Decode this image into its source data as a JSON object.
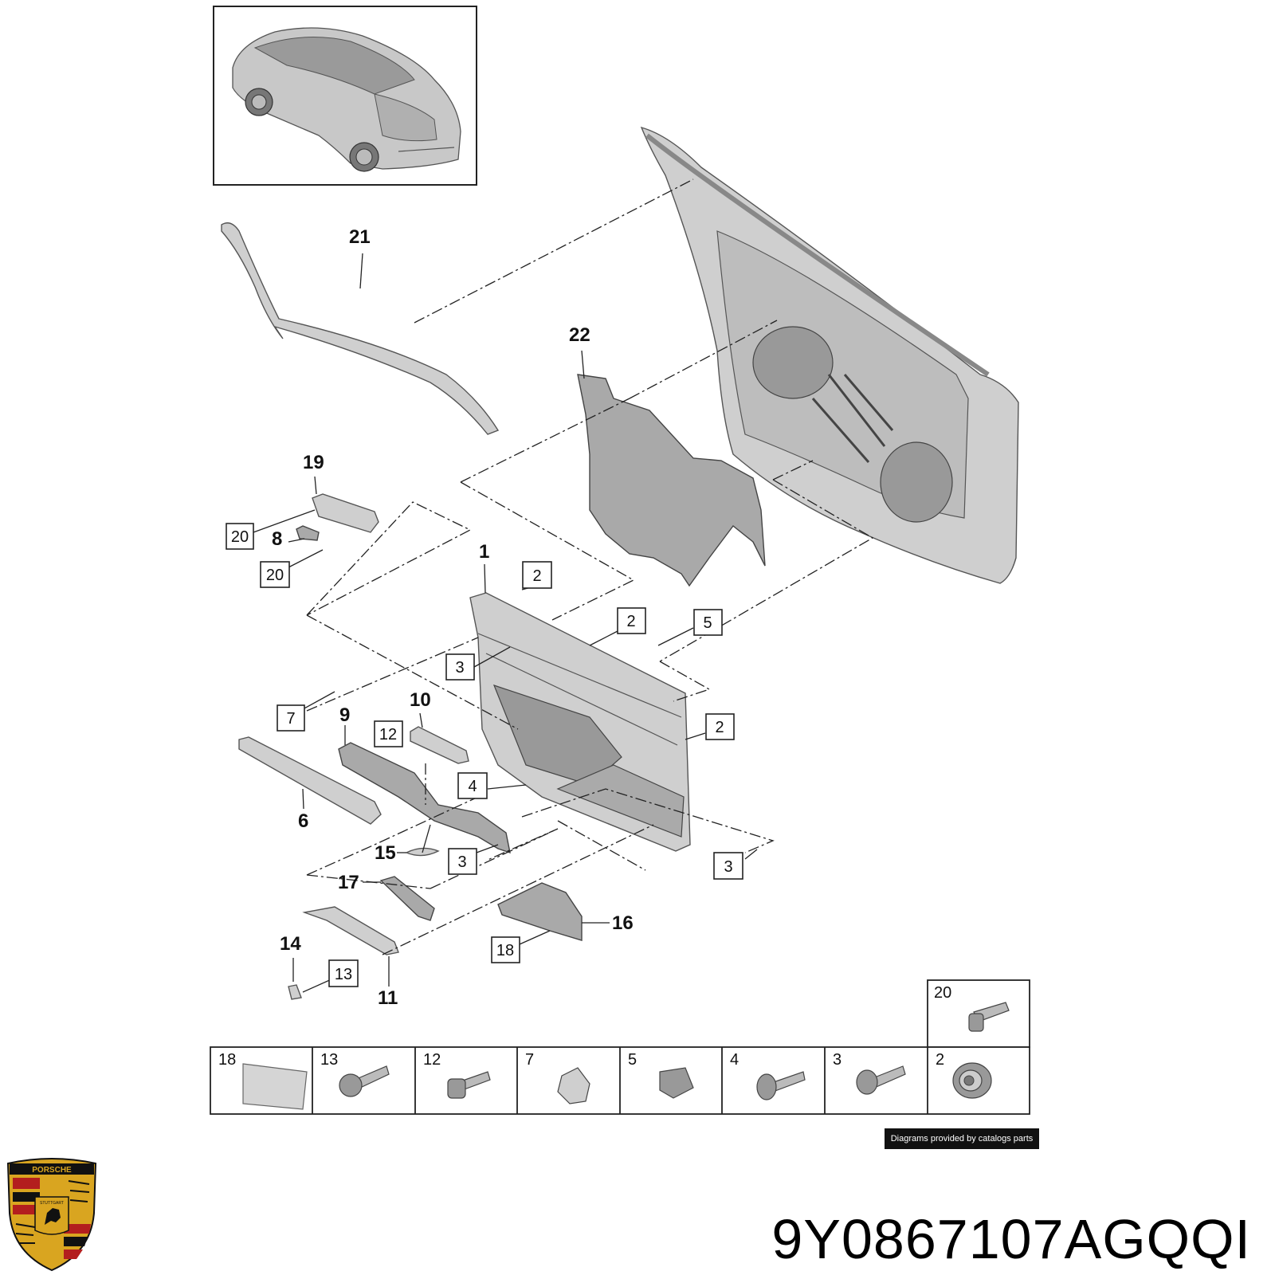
{
  "part_number": "9Y0867107AGQQI",
  "credit": "Diagrams provided by catalogs parts",
  "logo": {
    "name": "porsche-crest",
    "top_text": "PORSCHE",
    "center_text": "STUTTGART",
    "colors": {
      "gold": "#d9a520",
      "red": "#b31e1e",
      "black": "#111111"
    }
  },
  "callouts": {
    "c21": "21",
    "c22": "22",
    "c19": "19",
    "c8": "8",
    "c1": "1",
    "c9": "9",
    "c10": "10",
    "c6": "6",
    "c15": "15",
    "c17": "17",
    "c16": "16",
    "c14": "14",
    "c11": "11"
  },
  "boxed_callouts": {
    "b20a": "20",
    "b20b": "20",
    "b2a": "2",
    "b2b": "2",
    "b2c": "2",
    "b5": "5",
    "b3a": "3",
    "b3b": "3",
    "b3c": "3",
    "b7": "7",
    "b12": "12",
    "b4": "4",
    "b18": "18",
    "b13": "13"
  },
  "fastener_table": {
    "top": "20",
    "cells": [
      "18",
      "13",
      "12",
      "7",
      "5",
      "4",
      "3",
      "2"
    ]
  }
}
